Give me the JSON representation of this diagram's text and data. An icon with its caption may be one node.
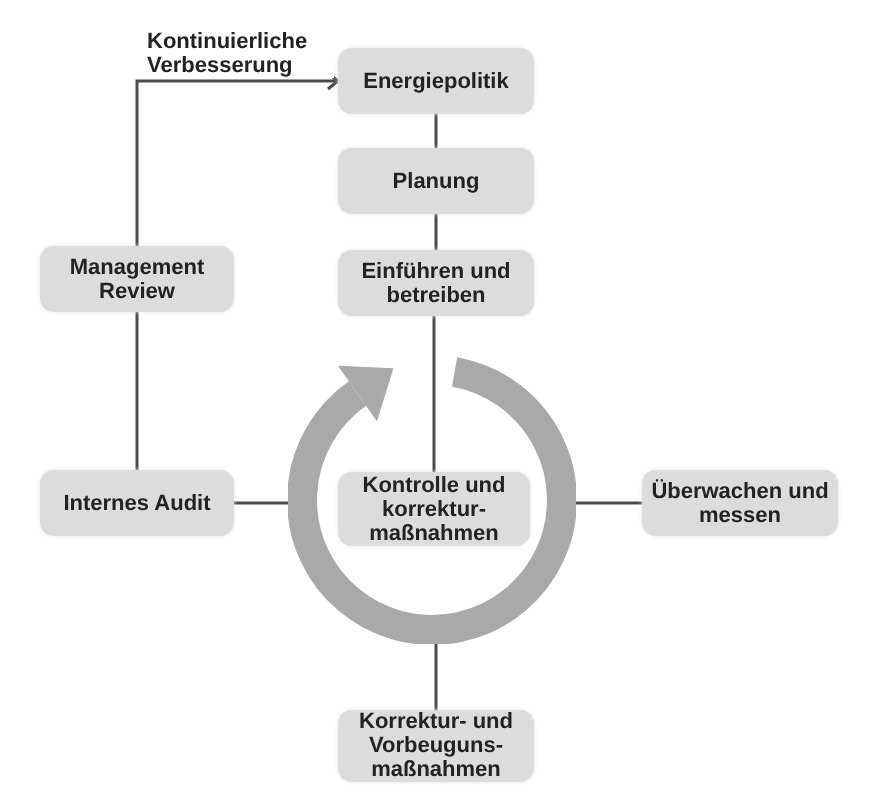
{
  "diagram": {
    "nodes": [
      {
        "text": [
          "Energiepolitik"
        ]
      },
      {
        "text": [
          "Planung"
        ]
      },
      {
        "text": [
          "Einführen und betreiben"
        ]
      },
      {
        "text": [
          "Management Review"
        ]
      },
      {
        "text": [
          "Internes Audit"
        ]
      },
      {
        "text": [],
        "shape": "circle"
      },
      {
        "text": [
          "Kontrolle und korrektur- maßnahmen"
        ],
        "in": 5
      },
      {
        "text": [
          "Überwachen und messen"
        ]
      },
      {
        "text": [
          "Korrektur- und Vorbeuguns- maßnahmen"
        ]
      }
    ],
    "edges": [
      {
        "from": 0,
        "to": 1,
        "arrow": "none"
      },
      {
        "from": 1,
        "to": 2,
        "arrow": "none"
      },
      {
        "from": 2,
        "to": 6,
        "arrow": "none"
      },
      {
        "from": 3,
        "to": 0,
        "arrow": "to",
        "label": "Kontinuierliche Verbesserung"
      },
      {
        "from": 4,
        "to": 3,
        "arrow": "none"
      },
      {
        "from": 4,
        "to": 5,
        "arrow": "none"
      },
      {
        "from": 7,
        "to": 5,
        "arrow": "none"
      },
      {
        "from": 8,
        "to": 5,
        "arrow": "none"
      }
    ]
  }
}
